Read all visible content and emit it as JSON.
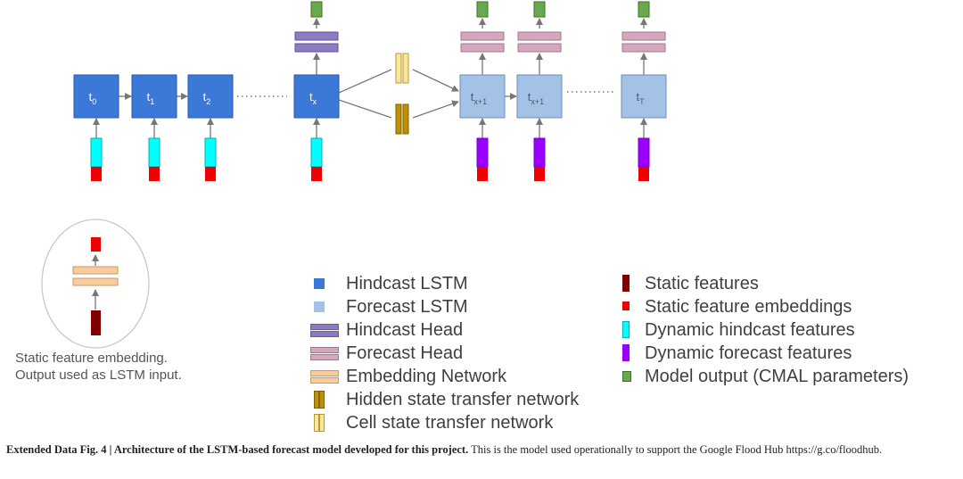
{
  "colors": {
    "hindcast_lstm": "#3c78d8",
    "forecast_lstm": "#a4c2e6",
    "hindcast_head": "#8e7cc3",
    "forecast_head": "#d5a6bd",
    "embedding": "#f9cb9c",
    "hidden_transfer": "#bf9000",
    "cell_transfer": "#ffe599",
    "static_features": "#7f0000",
    "static_embeddings": "#ee0000",
    "dynamic_hindcast": "#00ffff",
    "dynamic_forecast": "#9900ff",
    "model_output": "#6aa84f",
    "arrow": "#777777"
  },
  "cells": [
    {
      "base": "t",
      "sub": "0"
    },
    {
      "base": "t",
      "sub": "1"
    },
    {
      "base": "t",
      "sub": "2"
    },
    {
      "base": "t",
      "sub": "x"
    },
    {
      "base": "t",
      "sub": "x+1"
    },
    {
      "base": "t",
      "sub": "x+1"
    },
    {
      "base": "t",
      "sub": "T"
    }
  ],
  "legend_left": [
    {
      "label": "Hindcast LSTM",
      "icon": "hindcast-lstm-swatch"
    },
    {
      "label": "Forecast LSTM",
      "icon": "forecast-lstm-swatch"
    },
    {
      "label": "Hindcast Head",
      "icon": "hindcast-head-swatch"
    },
    {
      "label": "Forecast Head",
      "icon": "forecast-head-swatch"
    },
    {
      "label": "Embedding Network",
      "icon": "embedding-network-swatch"
    },
    {
      "label": "Hidden state transfer network",
      "icon": "hidden-transfer-swatch"
    },
    {
      "label": "Cell state transfer network",
      "icon": "cell-transfer-swatch"
    }
  ],
  "legend_right": [
    {
      "label": "Static features",
      "icon": "static-features-swatch"
    },
    {
      "label": "Static feature embeddings",
      "icon": "static-embeddings-swatch"
    },
    {
      "label": "Dynamic hindcast features",
      "icon": "dynamic-hindcast-swatch"
    },
    {
      "label": "Dynamic forecast features",
      "icon": "dynamic-forecast-swatch"
    },
    {
      "label": "Model output (CMAL parameters)",
      "icon": "model-output-swatch"
    }
  ],
  "inset": {
    "line1": "Static feature embedding.",
    "line2": "Output used as LSTM input."
  },
  "caption": {
    "bold": "Extended Data Fig. 4 | Architecture of the LSTM-based forecast model developed for this project.",
    "text": " This is the model used operationally to support the Google Flood Hub https://g.co/floodhub."
  }
}
